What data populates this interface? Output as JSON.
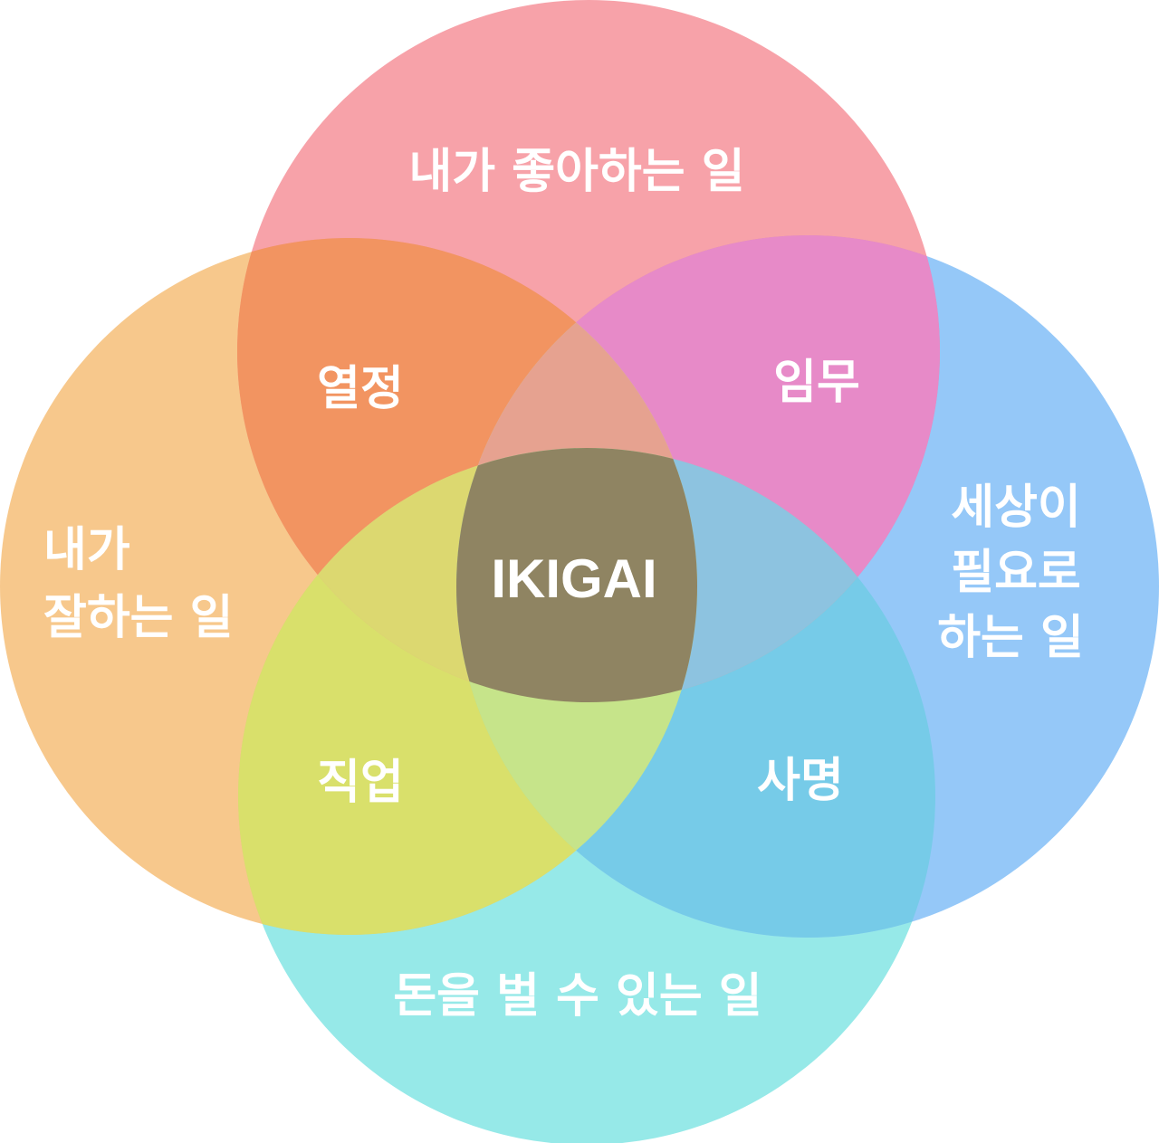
{
  "diagram": {
    "type": "venn",
    "center_label": "IKIGAI",
    "circles": {
      "top": {
        "label": "내가 좋아하는 일",
        "color": "#F37A84"
      },
      "left": {
        "label_line1": "내가",
        "label_line2": "잘하는 일",
        "color": "#F4B565"
      },
      "right": {
        "label_line1": "세상이",
        "label_line2": "필요로",
        "label_line3": "하는 일",
        "color": "#95C8F8"
      },
      "bottom": {
        "label": "돈을 벌 수 있는 일",
        "color": "#96E9E8"
      }
    },
    "overlaps": {
      "top_left": {
        "label": "열정"
      },
      "top_right": {
        "label": "임무"
      },
      "bottom_left": {
        "label": "직업"
      },
      "bottom_right": {
        "label": "사명"
      }
    },
    "center_color": "#8F8462"
  }
}
